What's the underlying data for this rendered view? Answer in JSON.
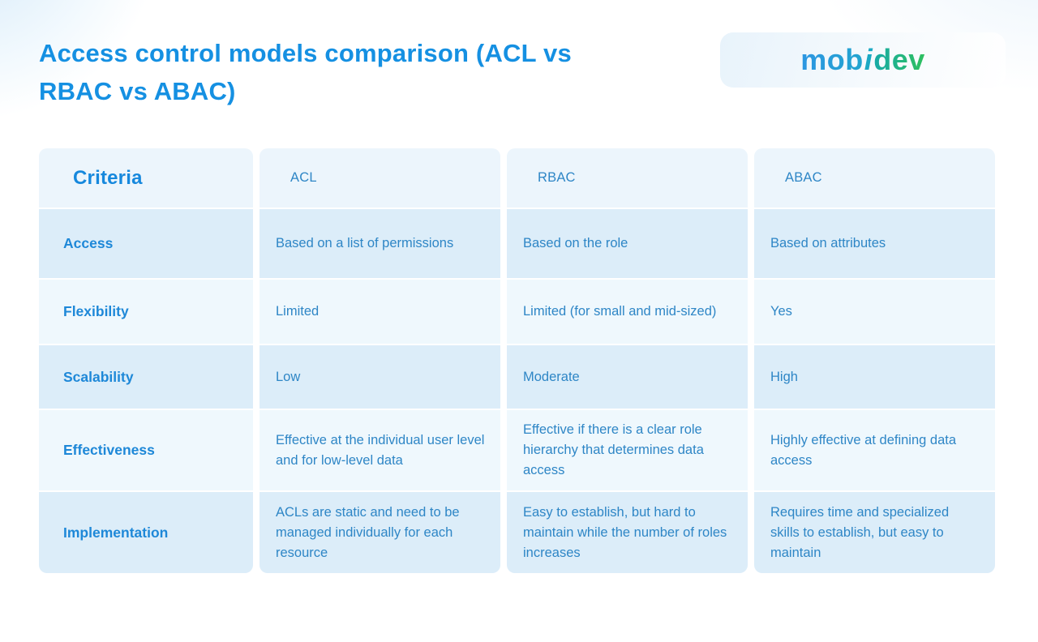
{
  "title": {
    "full": "Access control models comparison (ACL vs RBAC vs ABAC)",
    "line1": "Access control models comparison (ACL vs",
    "line2": "RBAC vs ABAC)"
  },
  "logo": {
    "name": "mobidev",
    "part1": "mob",
    "part2": "i",
    "part3": "dev"
  },
  "table": {
    "headers": [
      "Criteria",
      "ACL",
      "RBAC",
      "ABAC"
    ],
    "rows": [
      {
        "criteria": "Access",
        "acl": "Based on a list of permissions",
        "rbac": "Based on the role",
        "abac": "Based on attributes"
      },
      {
        "criteria": "Flexibility",
        "acl": "Limited",
        "rbac": "Limited (for small and mid-sized)",
        "abac": "Yes"
      },
      {
        "criteria": "Scalability",
        "acl": "Low",
        "rbac": "Moderate",
        "abac": "High"
      },
      {
        "criteria": "Effectiveness",
        "acl": "Effective at the individual user level and for low-level data",
        "rbac": "Effective if there is a clear role hierarchy that determines data access",
        "abac": "Highly effective at defining data access"
      },
      {
        "criteria": "Implementation",
        "acl": "ACLs are static and need to be managed individually for each resource",
        "rbac": "Easy to establish, but hard to maintain while the number of roles increases",
        "abac": "Requires time and specialized skills to establish, but easy to maintain"
      }
    ]
  },
  "colors": {
    "title_text": "#1590e2",
    "header_text": "#1688dd",
    "criteria_label_text": "#1e88d8",
    "cell_text": "#2e86c6",
    "header_bg": "#ecf5fc",
    "row_dark_bg": "#dcedf9",
    "row_light_bg": "#eff8fd",
    "page_tint": "#d5e9f8",
    "logo_blue": "#2d96e2",
    "logo_teal": "#1ba9c4",
    "logo_green": "#2ec05e"
  }
}
